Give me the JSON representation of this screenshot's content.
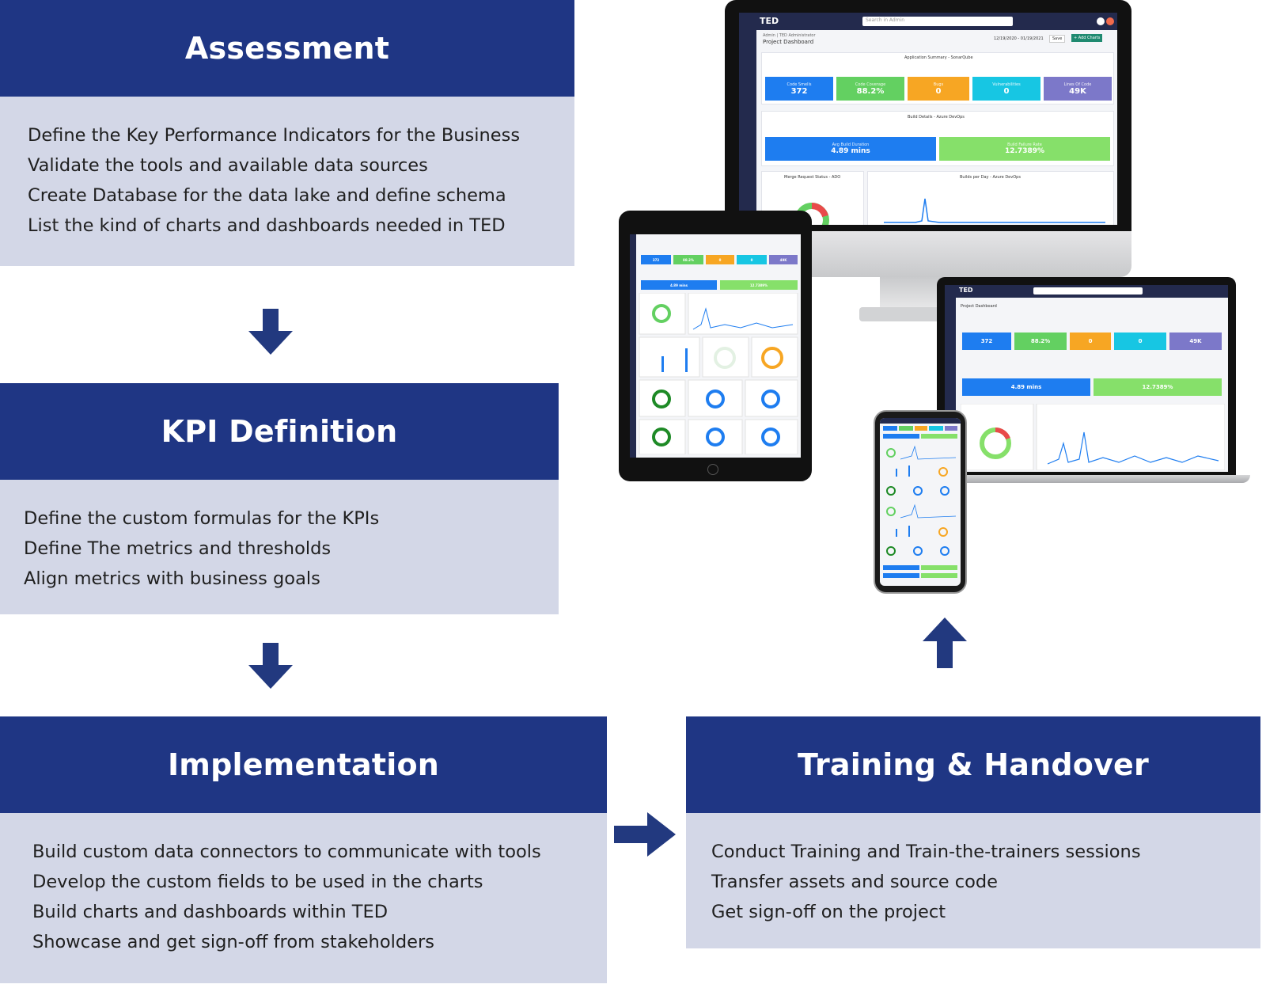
{
  "phases": {
    "assessment": {
      "title": "Assessment",
      "items": [
        "Define the Key Performance Indicators for the Business",
        "Validate the tools and available data sources",
        "Create Database for the data lake and define schema",
        "List the kind of charts and dashboards needed in TED"
      ]
    },
    "kpi_definition": {
      "title": "KPI Definition",
      "items": [
        "Define the custom formulas for the KPIs",
        "Define The metrics and thresholds",
        "Align metrics with business goals"
      ]
    },
    "implementation": {
      "title": "Implementation",
      "items": [
        "Build custom data connectors to communicate with tools",
        "Develop the custom fields to be used in the charts",
        "Build charts and dashboards within TED",
        "Showcase and get sign-off from stakeholders"
      ]
    },
    "training": {
      "title": "Training & Handover",
      "items": [
        "Conduct Training and Train-the-trainers sessions",
        "Transfer assets and source code",
        "Get sign-off on the project"
      ]
    }
  },
  "colors": {
    "header": "#1f3684",
    "body": "#d3d7e7",
    "arrow": "#22397f"
  },
  "dashboard": {
    "app_name": "TED",
    "search_placeholder": "Search in Admin",
    "breadcrumb": "Admin | TED Administrator",
    "page_title": "Project Dashboard",
    "date_range": "12/19/2020 - 01/19/2021",
    "save_label": "Save",
    "add_charts_label": "+ Add Charts",
    "section_sonar": "Application Summary - SonarQube",
    "section_build": "Build Details - Azure DevOps",
    "section_merge": "Merge Request Status - ADO",
    "section_builds_day": "Builds per Day - Azure DevOps",
    "sonar_tiles": [
      {
        "label": "Code Smells",
        "value": "372",
        "color": "#1e7df0"
      },
      {
        "label": "Code Coverage",
        "value": "88.2%",
        "color": "#63d061"
      },
      {
        "label": "Bugs",
        "value": "0",
        "color": "#f7a623"
      },
      {
        "label": "Vulnerabilities",
        "value": "0",
        "color": "#17c6e3"
      },
      {
        "label": "Lines Of Code",
        "value": "49K",
        "color": "#7c78c9"
      }
    ],
    "build_tiles": [
      {
        "label": "Avg Build Duration",
        "value": "4.89 mins",
        "color": "#1e7df0"
      },
      {
        "label": "Build Failure Rate",
        "value": "12.7389%",
        "color": "#86e06a"
      }
    ]
  }
}
